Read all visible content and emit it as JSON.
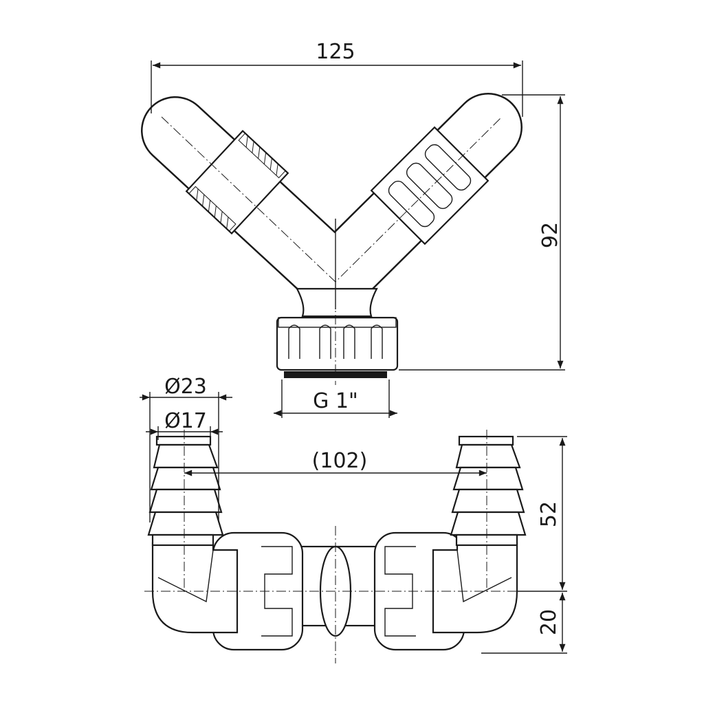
{
  "drawing": {
    "top_view": {
      "width_dim": "125",
      "height_dim": "92",
      "thread_dim": "G 1\""
    },
    "bottom_view": {
      "outer_diameter_dim": "Ø23",
      "inner_diameter_dim": "Ø17",
      "spacing_dim": "(102)",
      "height_dim": "52",
      "base_dim": "20"
    }
  }
}
